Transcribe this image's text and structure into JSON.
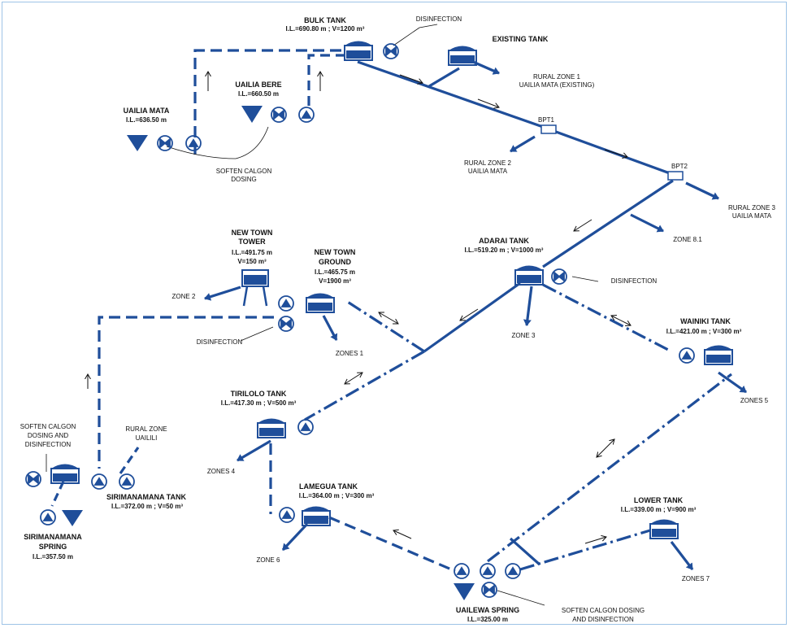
{
  "colors": {
    "pipe": "#1f4e9a",
    "facility": "#1f4e9a",
    "border": "#9ec3e6"
  },
  "icons": {
    "tank": "tank-icon",
    "pump": "pump-icon",
    "valve": "valve-icon",
    "spring": "spring-icon",
    "tower": "water-tower-icon",
    "bpt": "break-pressure-tank-icon"
  },
  "labels": {
    "bulk_tank": {
      "name": "BULK TANK",
      "spec": "I.L.=690.80 m ; V=1200 m³"
    },
    "disinfection_top": "DISINFECTION",
    "existing_tank": "EXISTING  TANK",
    "rural_zone_1": [
      "RURAL ZONE 1",
      "UAILIA MATA (EXISTING)"
    ],
    "bpt1": "BPT1",
    "bpt2": "BPT2",
    "rural_zone_2": [
      "RURAL ZONE 2",
      "UAILIA MATA"
    ],
    "rural_zone_3": [
      "RURAL ZONE 3",
      "UAILIA MATA"
    ],
    "uailia_mata": {
      "name": "UAILIA MATA",
      "spec": "I.L.=636.50 m"
    },
    "uailia_bere": {
      "name": "UAILIA BERE",
      "spec": "I.L.=660.50 m"
    },
    "soften_calgon_dosing": [
      "SOFTEN  CALGON",
      "DOSING"
    ],
    "zone_8_1": "ZONE 8.1",
    "adarai_tank": {
      "name": "ADARAI TANK",
      "spec": "I.L.=519.20 m ; V=1000 m³"
    },
    "disinfection_adarai": "DISINFECTION",
    "zone_3": "ZONE 3",
    "new_town_tower": {
      "name": [
        "NEW TOWN",
        "TOWER"
      ],
      "spec": [
        "I.L.=491.75 m",
        "V=150 m³"
      ]
    },
    "new_town_ground": {
      "name": [
        "NEW TOWN",
        "GROUND"
      ],
      "spec": [
        "I.L.=465.75 m",
        "V=1900 m³"
      ]
    },
    "zone_2": "ZONE 2",
    "disinfection_newtown": "DISINFECTION",
    "zones_1": "ZONES 1",
    "wainiki_tank": {
      "name": "WAINIKI TANK",
      "spec": "I.L.=421.00 m ; V=300 m³"
    },
    "zones_5": "ZONES 5",
    "tirilolo_tank": {
      "name": "TIRILOLO TANK",
      "spec": "I.L.=417.30 m ; V=500 m³"
    },
    "zones_4": "ZONES 4",
    "soften_calgon_dosing_disinfection": [
      "SOFTEN  CALGON",
      "DOSING AND",
      "DISINFECTION"
    ],
    "rural_zone_uailili": [
      "RURAL ZONE",
      "UAILILI"
    ],
    "sirimanamana_tank": {
      "name": "SIRIMANAMANA TANK",
      "spec": "I.L.=372.00 m ; V=50 m³"
    },
    "sirimanamana_spring": {
      "name": [
        "SIRIMANAMANA",
        "SPRING"
      ],
      "spec": "I.L.=357.50 m"
    },
    "lamegua_tank": {
      "name": "LAMEGUA TANK",
      "spec": "I.L.=364.00 m ; V=300 m³"
    },
    "zone_6": "ZONE 6",
    "lower_tank": {
      "name": "LOWER TANK",
      "spec": "I.L.=339.00 m ; V=900 m³"
    },
    "zones_7": "ZONES 7",
    "uailewa_spring": {
      "name": "UAILEWA SPRING",
      "spec": "I.L.=325.00 m"
    },
    "soften_calgon_dosing_disinfection_bottom": [
      "SOFTEN  CALGON DOSING",
      "AND DISINFECTION"
    ]
  }
}
